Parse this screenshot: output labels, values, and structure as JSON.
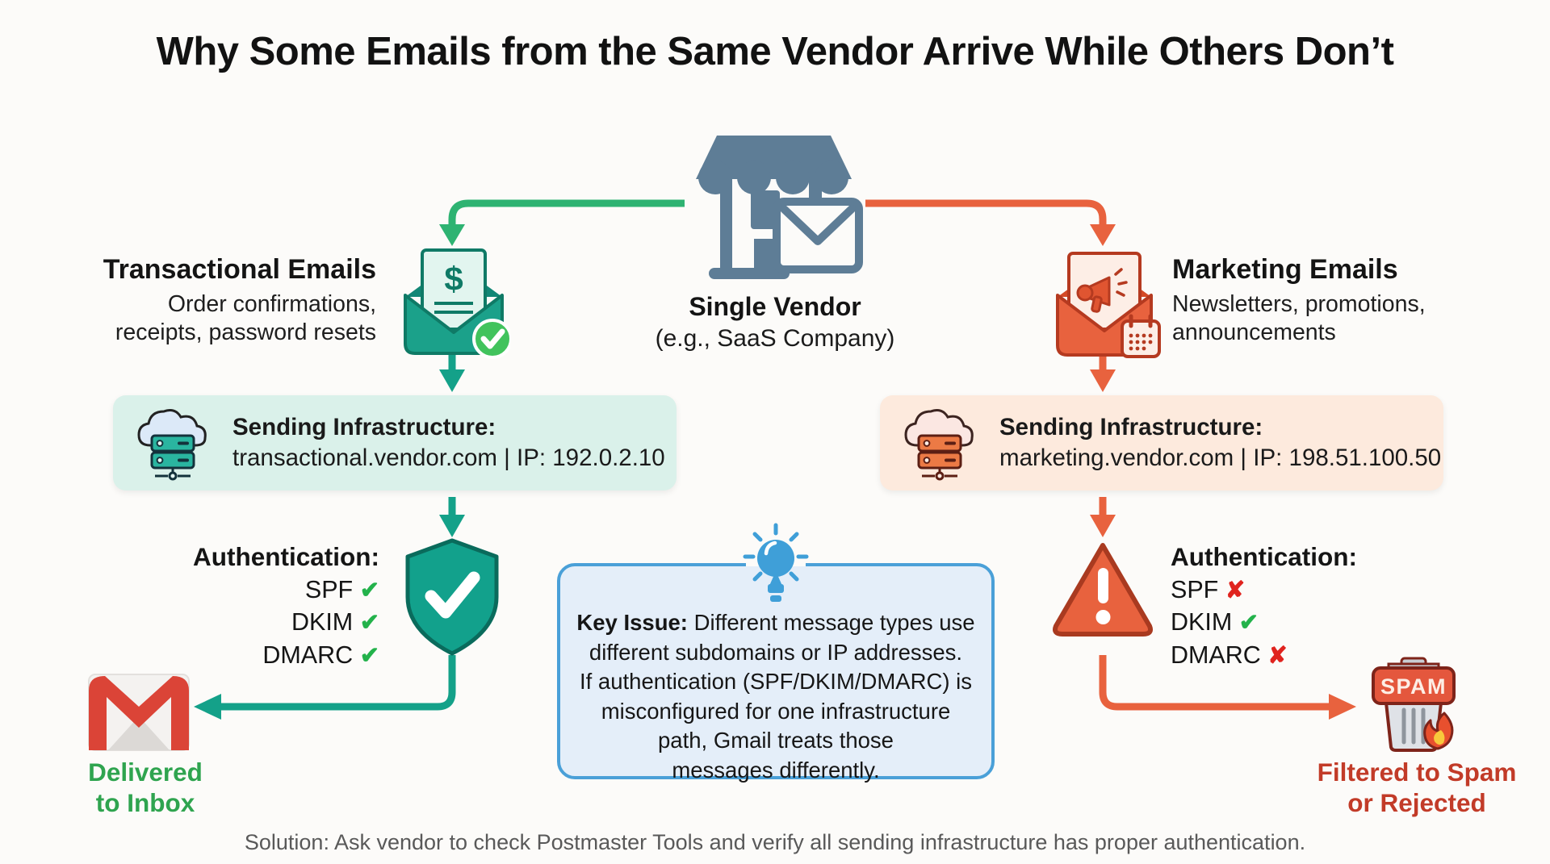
{
  "title": "Why Some Emails from the Same Vendor Arrive While Others Don’t",
  "vendor": {
    "label": "Single Vendor",
    "sublabel": "(e.g., SaaS Company)"
  },
  "transactional": {
    "heading": "Transactional Emails",
    "desc_line1": "Order confirmations,",
    "desc_line2": "receipts, password resets",
    "receipt_symbol": "$",
    "infra": {
      "label": "Sending Infrastructure:",
      "value": "transactional.vendor.com | IP: 192.0.2.10"
    },
    "auth": {
      "label": "Authentication:",
      "rows": [
        {
          "name": "SPF",
          "mark": "✔",
          "status": "pass"
        },
        {
          "name": "DKIM",
          "mark": "✔",
          "status": "pass"
        },
        {
          "name": "DMARC",
          "mark": "✔",
          "status": "pass"
        }
      ]
    },
    "outcome": {
      "line1": "Delivered",
      "line2": "to Inbox"
    }
  },
  "marketing": {
    "heading": "Marketing Emails",
    "desc_line1": "Newsletters, promotions,",
    "desc_line2": "announcements",
    "infra": {
      "label": "Sending Infrastructure:",
      "value": "marketing.vendor.com | IP: 198.51.100.50"
    },
    "auth": {
      "label": "Authentication:",
      "rows": [
        {
          "name": "SPF",
          "mark": "✘",
          "status": "fail"
        },
        {
          "name": "DKIM",
          "mark": "✔",
          "status": "pass"
        },
        {
          "name": "DMARC",
          "mark": "✘",
          "status": "fail"
        }
      ]
    },
    "spam_badge": "SPAM",
    "outcome": {
      "line1": "Filtered to Spam",
      "line2": "or Rejected"
    }
  },
  "key_issue": {
    "label": "Key Issue:",
    "lines": [
      "Different message types use",
      "different subdomains or IP addresses.",
      "If authentication (SPF/DKIM/DMARC) is",
      "misconfigured for one infrastructure",
      "path, Gmail treats those",
      "messages differently."
    ]
  },
  "solution": "Solution: Ask vendor to check Postmaster Tools and verify all sending infrastructure has proper authentication.",
  "colors": {
    "teal": "#14a189",
    "green_branch": "#2eb372",
    "orange": "#e8623e",
    "mint_box": "#daf1ea",
    "peach_box": "#fdeadd",
    "check_green": "#23b24b",
    "cross_red": "#e0231e",
    "delivered_green": "#2fa44f",
    "spam_red": "#c23b28",
    "issue_blue": "#4aa0d8",
    "vendor_slate": "#5e7d96",
    "gmail_red": "#db4437"
  }
}
